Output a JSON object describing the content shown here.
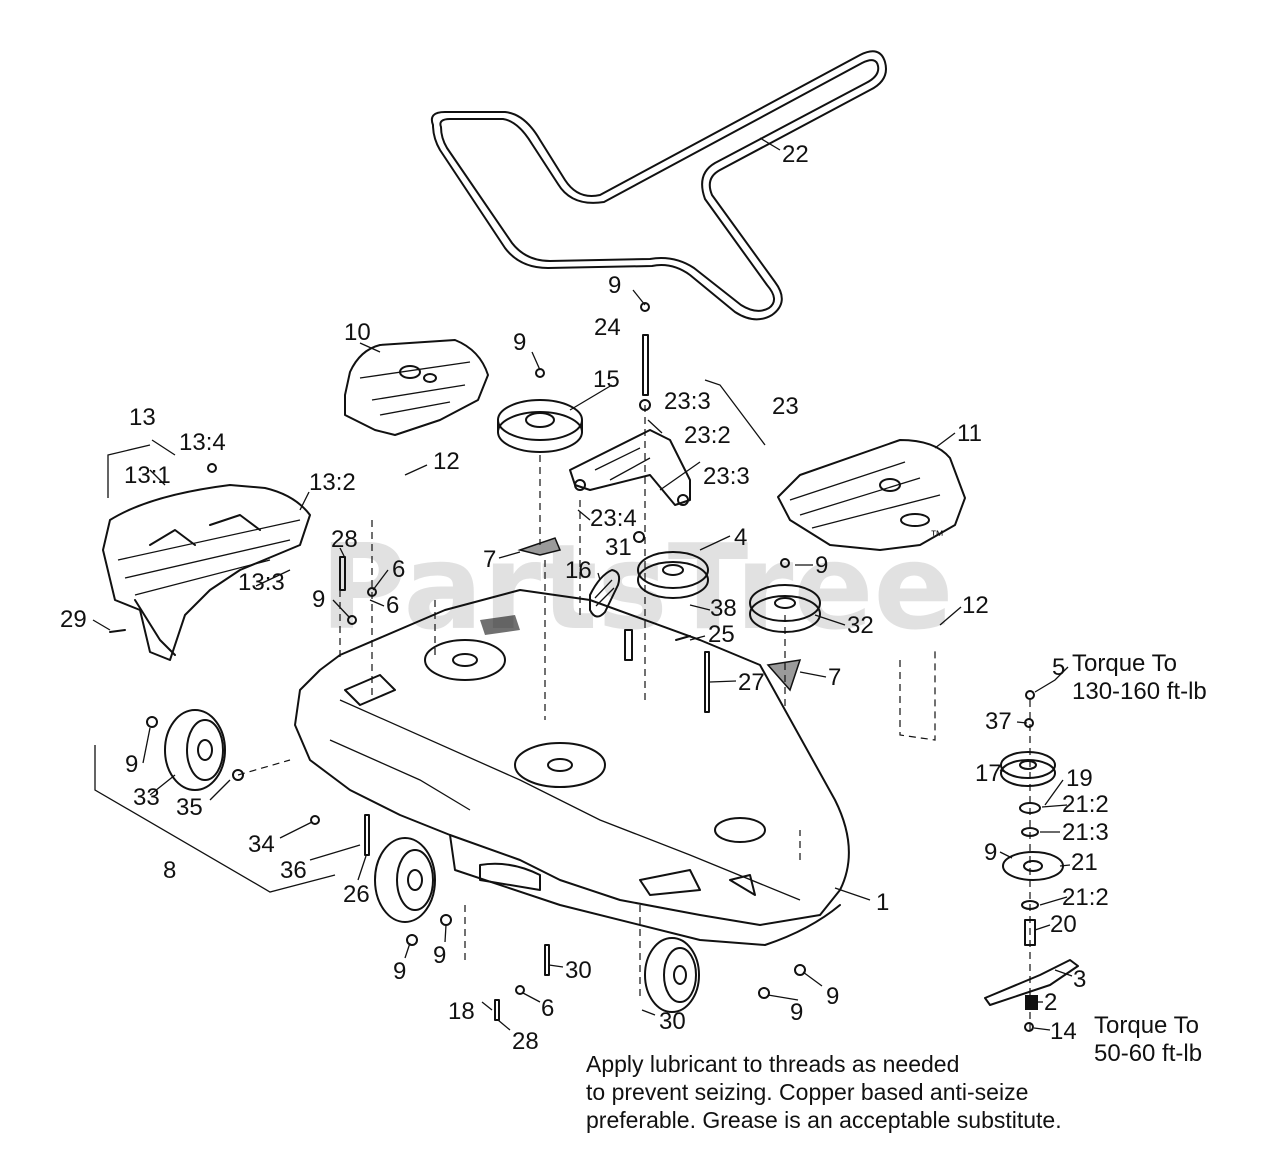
{
  "watermark": "PartsTree",
  "trademark": "™",
  "callouts": [
    "22",
    "9",
    "24",
    "10",
    "9",
    "15",
    "23:3",
    "23",
    "23:2",
    "13",
    "13:4",
    "13:1",
    "12",
    "13:2",
    "11",
    "23:3",
    "23:4",
    "28",
    "31",
    "4",
    "7",
    "16",
    "9",
    "6",
    "6",
    "9",
    "13:3",
    "29",
    "38",
    "32",
    "25",
    "12",
    "27",
    "7",
    "5",
    "37",
    "17",
    "19",
    "9",
    "33",
    "35",
    "21:2",
    "21:3",
    "34",
    "9",
    "21",
    "36",
    "8",
    "26",
    "21:2",
    "1",
    "20",
    "9",
    "9",
    "30",
    "3",
    "9",
    "6",
    "9",
    "2",
    "18",
    "30",
    "28",
    "14"
  ],
  "notes": {
    "torque_top": [
      "Torque To",
      "130-160 ft-lb"
    ],
    "torque_bottom": [
      "Torque To",
      "50-60 ft-lb"
    ],
    "lubricant": [
      "Apply lubricant to threads as needed",
      "to prevent seizing. Copper based anti-seize",
      "preferable. Grease is an acceptable substitute."
    ]
  }
}
